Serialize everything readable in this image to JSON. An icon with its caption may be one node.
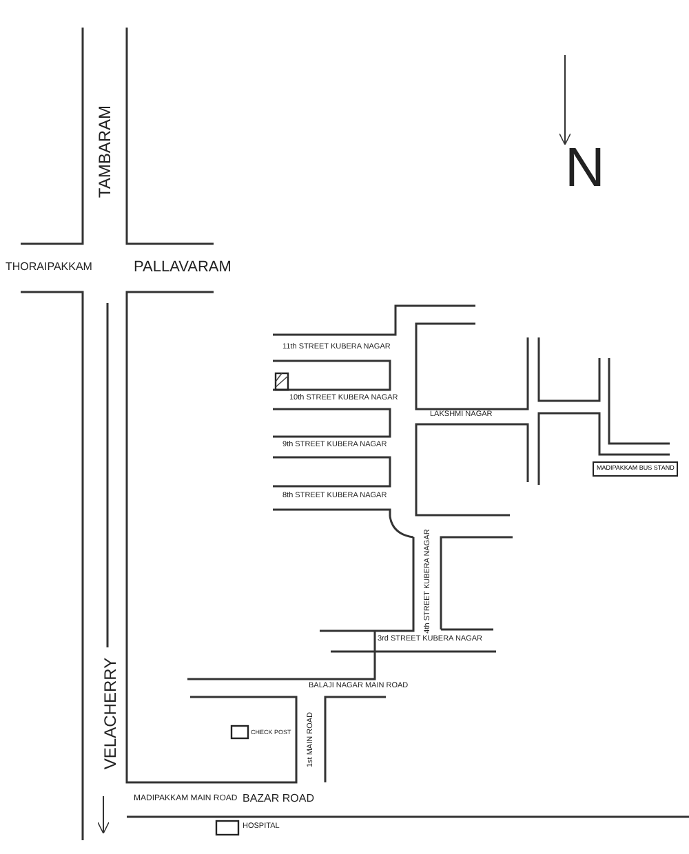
{
  "diagram": {
    "nodes": [
      {
        "text": [
          "MADIPAKKAM BUS STAND"
        ]
      }
    ],
    "labels": [
      "N",
      "TAMBARAM",
      "THORAIPAKKAM",
      "PALLAVARAM",
      "11th STREET KUBERA NAGAR",
      "10th STREET KUBERA NAGAR",
      "LAKSHMI NAGAR",
      "9th STREET KUBERA NAGAR",
      "8th STREET KUBERA NAGAR",
      "4th STREET KUBERA NAGAR",
      "3rd STREET KUBERA NAGAR",
      "BALAJI NAGAR MAIN ROAD",
      "1st MAIN ROAD",
      "VELACHERRY",
      "CHECK POST",
      "MADIPAKKAM MAIN ROAD",
      "BAZAR ROAD",
      "HOSPITAL"
    ]
  }
}
